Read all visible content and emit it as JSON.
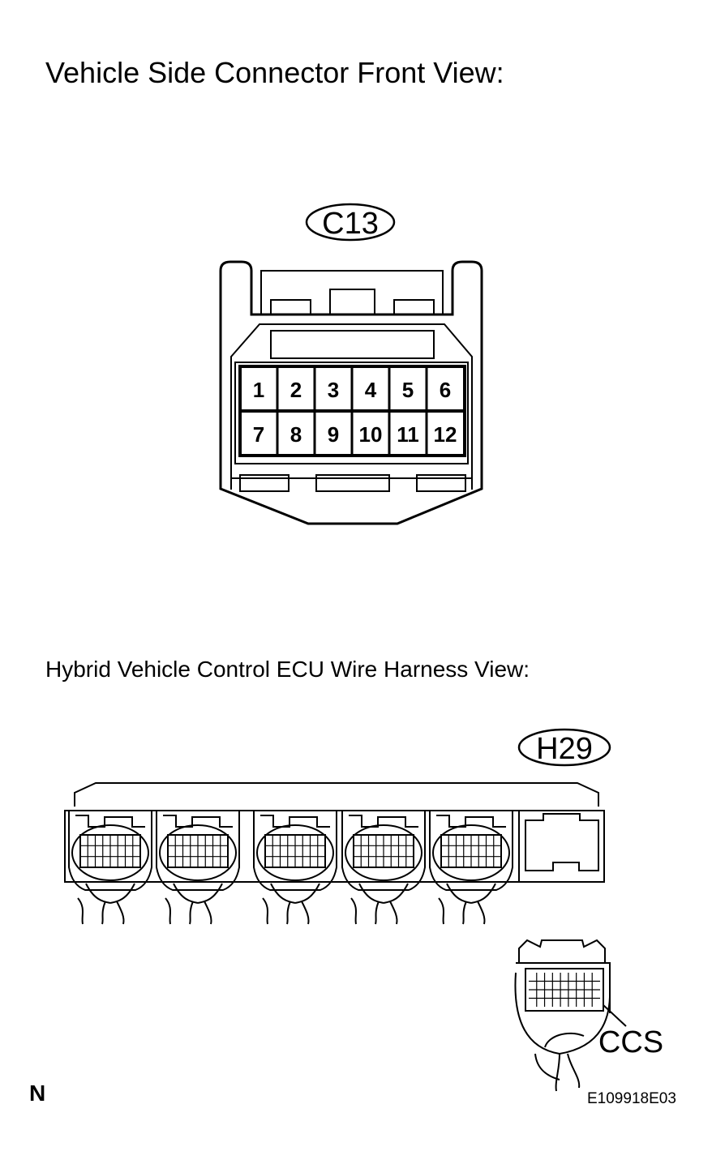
{
  "titles": {
    "front_view": "Vehicle Side Connector Front View:",
    "harness_view": "Hybrid Vehicle Control ECU  Wire Harness View:"
  },
  "connector_c13": {
    "label": "C13",
    "pins_row1": [
      "1",
      "2",
      "3",
      "4",
      "5",
      "6"
    ],
    "pins_row2": [
      "7",
      "8",
      "9",
      "10",
      "11",
      "12"
    ]
  },
  "connector_h29": {
    "label": "H29",
    "terminal_label": "CCS"
  },
  "footer": {
    "orientation_mark": "N",
    "figure_code": "E109918E03"
  }
}
